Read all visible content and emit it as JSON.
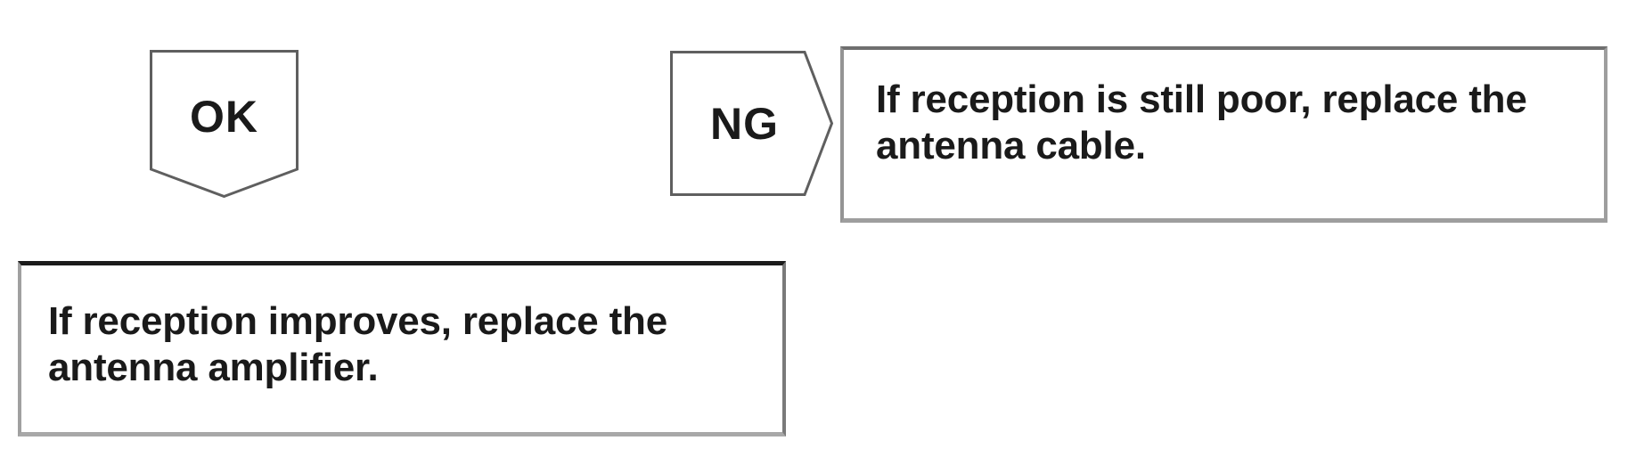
{
  "page": {
    "background": "#ffffff"
  },
  "flowchart": {
    "ok_connector": {
      "label": "OK",
      "instruction": "If reception improves, replace the antenna amplifier."
    },
    "ng_connector": {
      "label": "NG",
      "instruction": "If reception is still poor, replace the antenna cable."
    },
    "colors": {
      "page-bg": "#ffffff",
      "text-color": "#1a1a1a",
      "shape-outline": "#5f5f5f",
      "box-border-gray": "#9a9a9a",
      "box-border-dark": "#1b1b1b"
    }
  }
}
